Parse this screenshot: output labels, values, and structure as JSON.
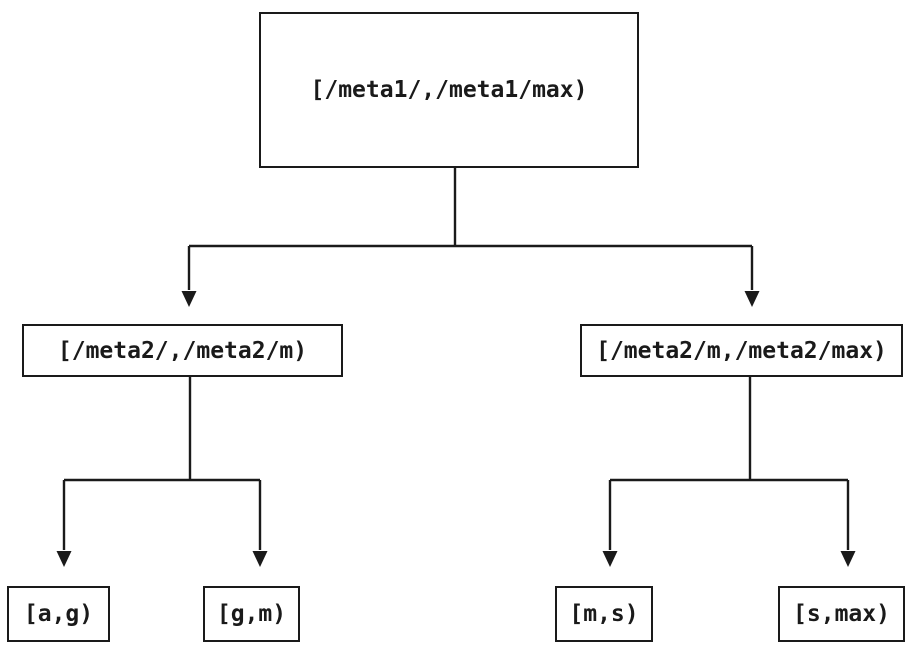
{
  "diagram": {
    "type": "tree",
    "background_color": "#ffffff",
    "line_color": "#1a1a1a",
    "text_color": "#1a1a1a",
    "nodes": [
      {
        "id": "root",
        "label": "[/meta1/,/meta1/max)",
        "level": 0
      },
      {
        "id": "meta-left",
        "label": "[/meta2/,/meta2/m)",
        "level": 1
      },
      {
        "id": "meta-right",
        "label": "[/meta2/m,/meta2/max)",
        "level": 1
      },
      {
        "id": "leaf-ag",
        "label": "[a,g)",
        "level": 2
      },
      {
        "id": "leaf-gm",
        "label": "[g,m)",
        "level": 2
      },
      {
        "id": "leaf-ms",
        "label": "[m,s)",
        "level": 2
      },
      {
        "id": "leaf-smax",
        "label": "[s,max)",
        "level": 2
      }
    ],
    "edges": [
      {
        "from": "root",
        "to": "meta-left",
        "arrow": "down"
      },
      {
        "from": "root",
        "to": "meta-right",
        "arrow": "down"
      },
      {
        "from": "meta-left",
        "to": "leaf-ag",
        "arrow": "down"
      },
      {
        "from": "meta-left",
        "to": "leaf-gm",
        "arrow": "down"
      },
      {
        "from": "meta-right",
        "to": "leaf-ms",
        "arrow": "down"
      },
      {
        "from": "meta-right",
        "to": "leaf-smax",
        "arrow": "down"
      }
    ]
  }
}
